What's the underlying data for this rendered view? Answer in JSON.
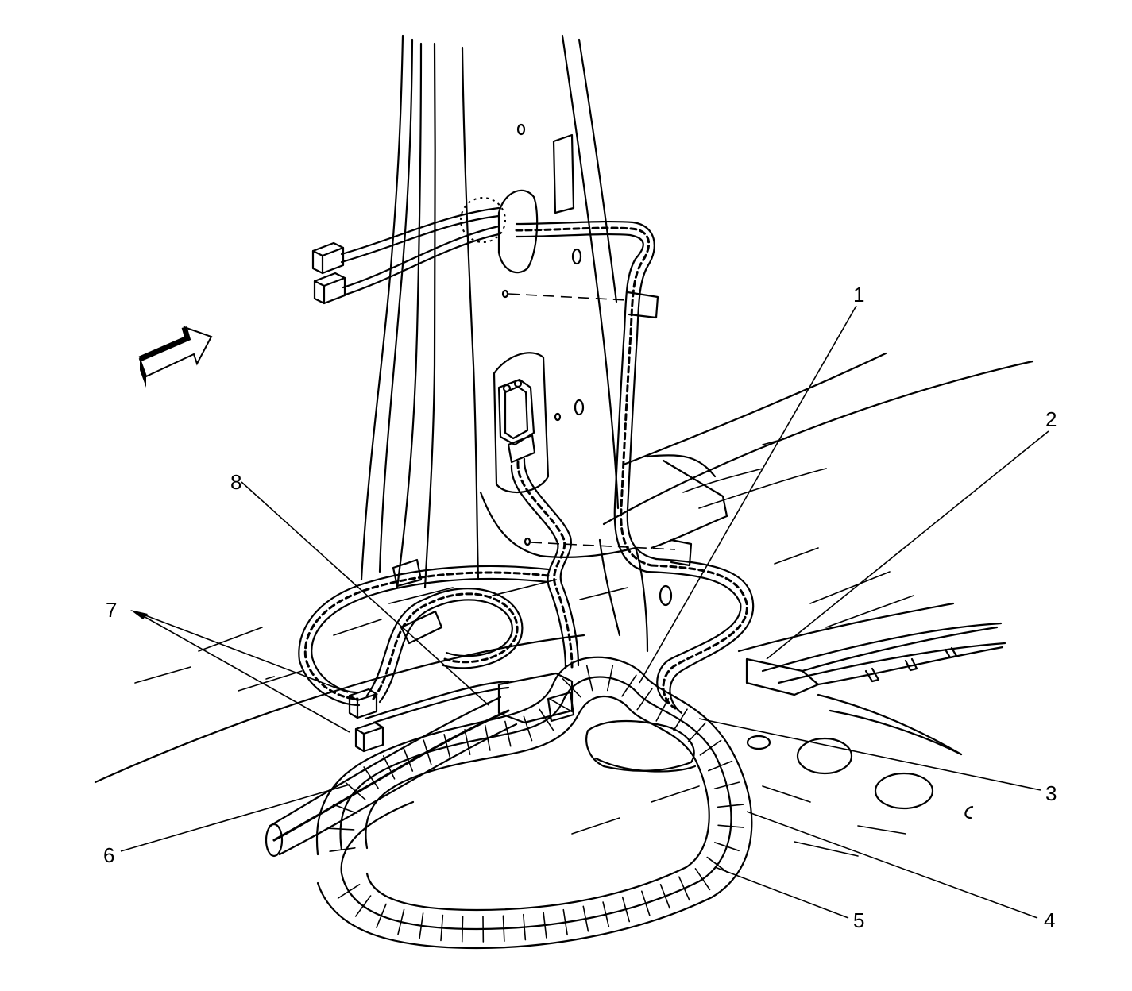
{
  "diagram": {
    "callouts": [
      {
        "id": "1",
        "label": "1"
      },
      {
        "id": "2",
        "label": "2"
      },
      {
        "id": "3",
        "label": "3"
      },
      {
        "id": "4",
        "label": "4"
      },
      {
        "id": "5",
        "label": "5"
      },
      {
        "id": "6",
        "label": "6"
      },
      {
        "id": "7",
        "label": "7"
      },
      {
        "id": "8",
        "label": "8"
      }
    ],
    "view_arrow": "front-direction-arrow-icon"
  }
}
